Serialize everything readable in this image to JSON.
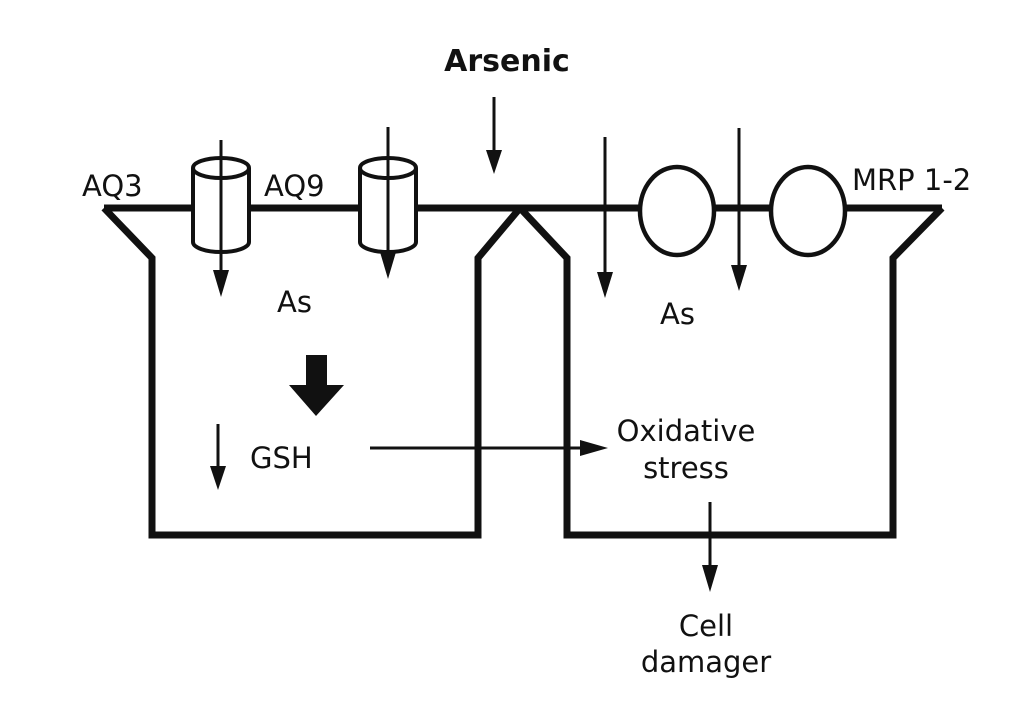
{
  "title": "Arsenic",
  "left_cell": {
    "channel_labels": [
      "AQ3",
      "AQ9"
    ],
    "inside_label": "As",
    "gsh_label": "GSH"
  },
  "right_cell": {
    "pump_label": "MRP 1-2",
    "inside_label": "As",
    "stress_label_line1": "Oxidative",
    "stress_label_line2": "stress"
  },
  "outcome": {
    "line1": "Cell",
    "line2": "damager"
  },
  "colors": {
    "ink": "#111111",
    "background": "#ffffff"
  }
}
